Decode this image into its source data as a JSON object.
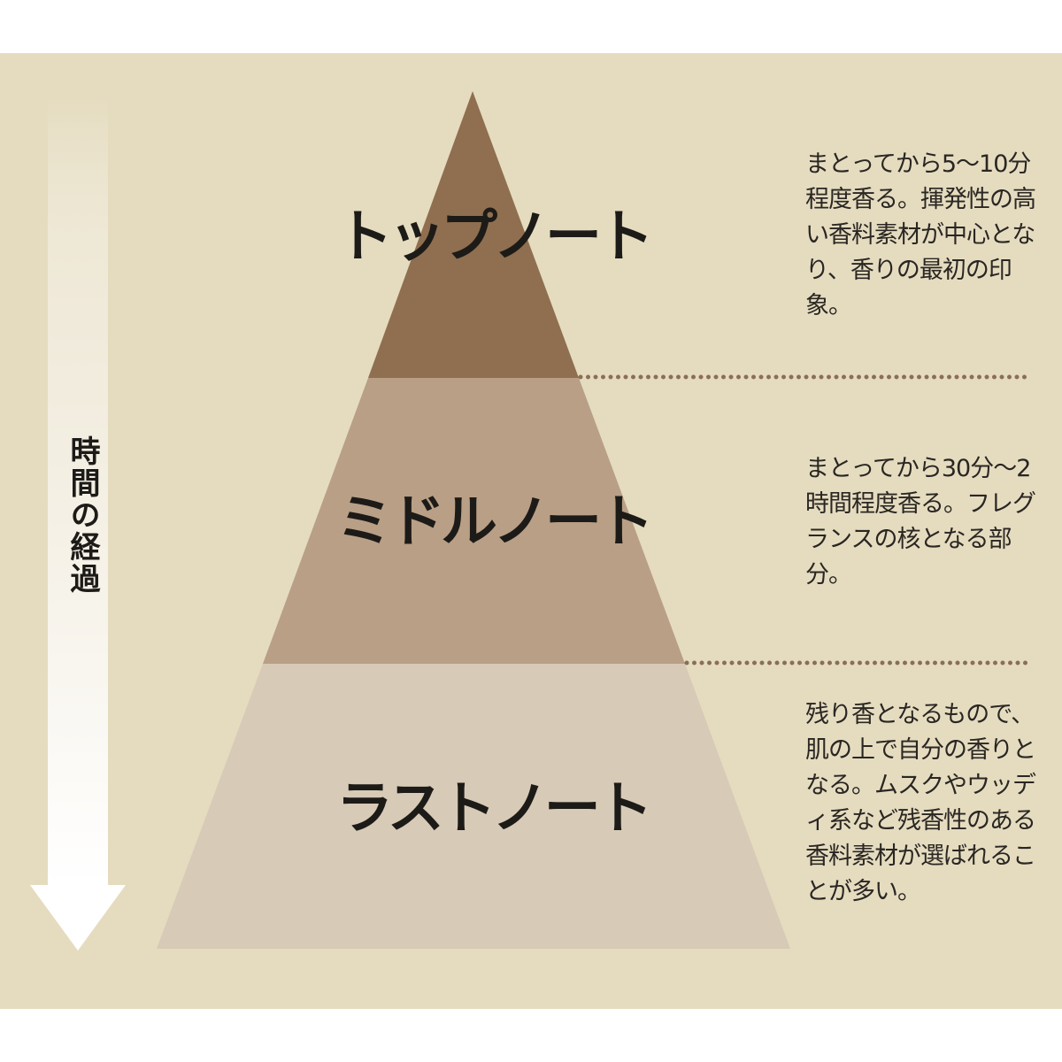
{
  "colors": {
    "background": "#e5dcc0",
    "top_tier": "#8f6f4f",
    "middle_tier": "#b89f86",
    "base_tier": "#d7cab7",
    "dotted_line": "#8a6f55"
  },
  "time_arrow": {
    "label": "時間の経過",
    "icon": "down-arrow-icon"
  },
  "tiers": [
    {
      "label": "トップノート",
      "description": "まとってから5〜10分程度香る。揮発性の高い香料素材が中心となり、香りの最初の印象。"
    },
    {
      "label": "ミドルノート",
      "description": "まとってから30分〜2時間程度香る。フレグランスの核となる部分。"
    },
    {
      "label": "ラストノート",
      "description": "残り香となるもので、肌の上で自分の香りとなる。ムスクやウッディ系など残香性のある香料素材が選ばれることが多い。"
    }
  ]
}
